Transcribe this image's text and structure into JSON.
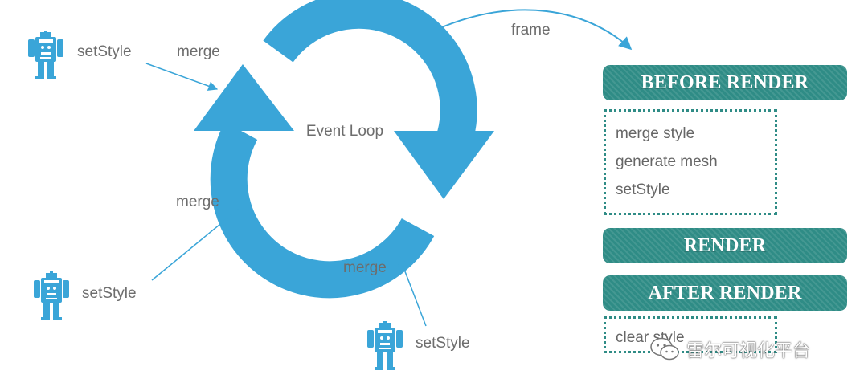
{
  "diagram": {
    "center_label": "Event Loop",
    "frame_label": "frame",
    "actors": [
      {
        "call_label": "setStyle",
        "edge_label": "merge"
      },
      {
        "call_label": "setStyle",
        "edge_label": "merge"
      },
      {
        "call_label": "setStyle",
        "edge_label": "merge"
      }
    ]
  },
  "pipeline": {
    "before_render": {
      "title": "BEFORE RENDER",
      "steps": [
        "merge style",
        "generate mesh",
        "setStyle"
      ]
    },
    "render": {
      "title": "RENDER"
    },
    "after_render": {
      "title": "AFTER RENDER",
      "steps": [
        "clear style"
      ]
    }
  },
  "watermark": {
    "text": "雷尔可视化平台"
  },
  "colors": {
    "loop_blue": "#3aa5d8",
    "robot_blue": "#3aa5d8",
    "panel_teal": "#2f8c86",
    "text_gray": "#6d6d6d"
  },
  "icons": [
    "robot-icon",
    "wechat-icon"
  ]
}
